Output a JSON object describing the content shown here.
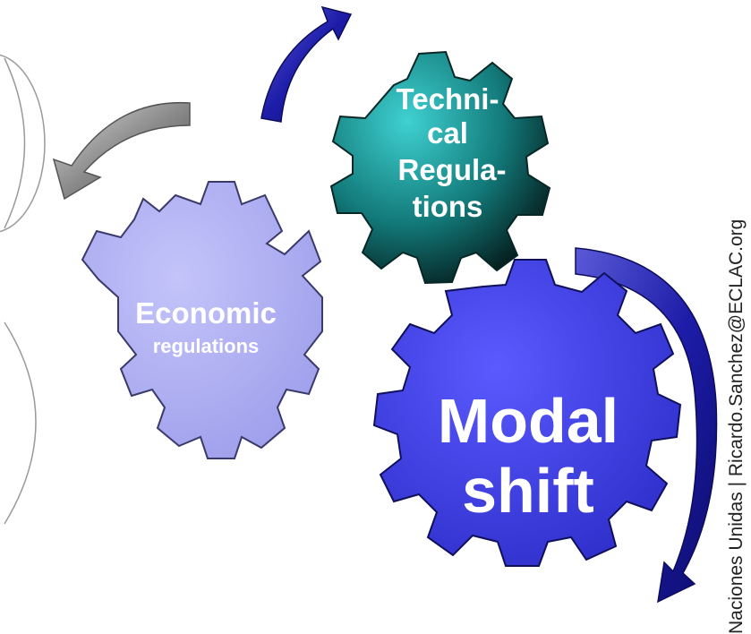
{
  "gears": {
    "technical": {
      "line1": "Techni-",
      "line2": "cal",
      "line3": "Regula-",
      "line4": "tions"
    },
    "economic": {
      "line1": "Economic",
      "line2": "regulations"
    },
    "modal": {
      "line1": "Modal",
      "line2": "shift"
    }
  },
  "side_text": "Naciones Unidas | Ricardo.Sanchez@ECLAC.org",
  "colors": {
    "technical_gear": "#1a8f8f",
    "economic_gear": "#a9a9f0",
    "modal_gear": "#4343e6",
    "blue_arrow": "#1c1ca8",
    "gray_arrow": "#8a8a8a"
  }
}
